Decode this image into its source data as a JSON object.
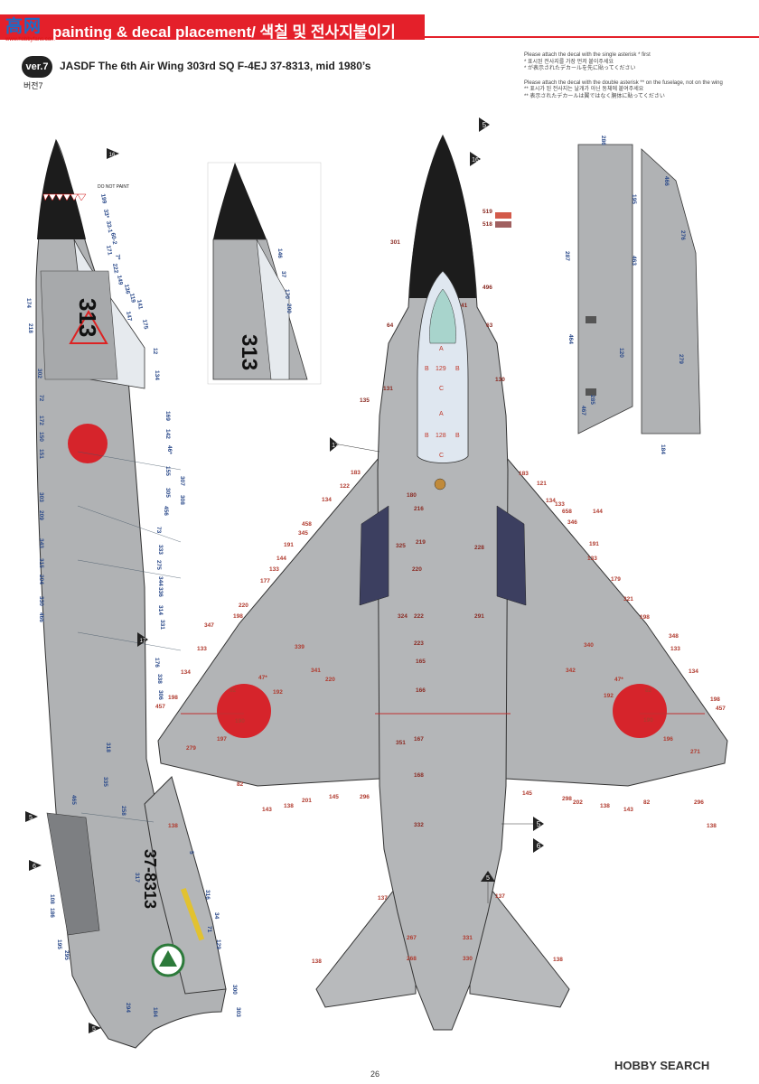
{
  "header": {
    "logo_main": "高网",
    "logo_sub": "www.hobbyfans.com",
    "title": "painting & decal placement/ 색칠 및 전사지붙이기"
  },
  "version": {
    "badge": "ver.7",
    "sub": "버전7"
  },
  "aircraft": {
    "title": "JASDF The 6th Air Wing 303rd SQ F-4EJ 37-8313, mid 1980’s"
  },
  "notes": {
    "single_en": "Please attach the decal with the single asterisk * first",
    "single_ko": "* 표시된 전사지를 가장 먼저 붙이주세요",
    "single_ja": "* が表示されたデカールを先に貼ってください",
    "double_en": "Please attach the decal with the double asterisk ** on the fuselage, not on the wing",
    "double_ko": "** 표시가 된 전사지는 날개가 아닌 동체에 붙여주세요",
    "double_ja": "** 表示されたデカールは翼ではなく胴体に貼ってください"
  },
  "stencils": {
    "do_not_paint": "DO NOT PAINT"
  },
  "markings": {
    "side_number": "313",
    "serial": "37-8313"
  },
  "callouts": {
    "c5_top": "5",
    "c16_top": "16",
    "c17": "17",
    "c5_a": "5",
    "c6_a": "6",
    "c5_b": "5",
    "c16_side": "16",
    "c17_side": "17",
    "c5_side_a": "5",
    "c6_side": "6",
    "c5_side_b": "5"
  },
  "canopy_codes": {
    "a": "A",
    "b": "B",
    "c": "C",
    "n129": "129",
    "n128": "128"
  },
  "decal_numbers": {
    "side_col1": [
      "174",
      "218",
      "302",
      "72",
      "172",
      "150",
      "151",
      "303",
      "209",
      "343",
      "315",
      "204",
      "330",
      "466"
    ],
    "side_col2": [
      "199",
      "33*",
      "33-1",
      "60-2",
      "171",
      "7*",
      "222",
      "149",
      "136",
      "119",
      "147",
      "141",
      "175"
    ],
    "side_col3": [
      "12",
      "134",
      "169",
      "142",
      "46*",
      "155",
      "305",
      "456",
      "73",
      "333",
      "275",
      "344",
      "336",
      "314",
      "331",
      "176",
      "338",
      "306",
      "307",
      "308"
    ],
    "side_lower": [
      "318",
      "335",
      "465",
      "258",
      "5",
      "317",
      "108",
      "186",
      "195",
      "295",
      "316",
      "34",
      "71",
      "129",
      "300",
      "303",
      "294",
      "184"
    ],
    "detail": [
      "146",
      "37",
      "170",
      "200"
    ],
    "top_left_wing": [
      "183",
      "122",
      "134",
      "458",
      "345",
      "191",
      "144",
      "133",
      "177",
      "220",
      "347",
      "198",
      "133",
      "134",
      "457",
      "198",
      "339",
      "341",
      "220",
      "47*",
      "82",
      "192",
      "190",
      "197",
      "279",
      "82",
      "143",
      "138",
      "201",
      "145",
      "296",
      "138"
    ],
    "top_right_wing": [
      "183",
      "121",
      "134",
      "133",
      "658",
      "346",
      "144",
      "191",
      "133",
      "179",
      "321",
      "198",
      "348",
      "133",
      "134",
      "198",
      "457",
      "340",
      "342",
      "47*",
      "82",
      "192",
      "190",
      "196",
      "271",
      "82",
      "143",
      "138",
      "202",
      "298",
      "145",
      "296",
      "138"
    ],
    "top_center": [
      "519",
      "518",
      "301",
      "496",
      "41",
      "64",
      "63",
      "130",
      "131",
      "135",
      "180",
      "216",
      "325",
      "219",
      "220",
      "228",
      "324",
      "222",
      "291",
      "223",
      "165",
      "166",
      "351",
      "167",
      "168",
      "332"
    ],
    "tail_plane": [
      "137",
      "137",
      "138",
      "138",
      "267",
      "268",
      "331",
      "330"
    ],
    "side_view_right": [
      "286",
      "287",
      "464",
      "285",
      "466",
      "195",
      "463",
      "276",
      "120",
      "279",
      "467",
      "184"
    ]
  },
  "page_number": "26",
  "watermark": "HOBBY SEARCH"
}
